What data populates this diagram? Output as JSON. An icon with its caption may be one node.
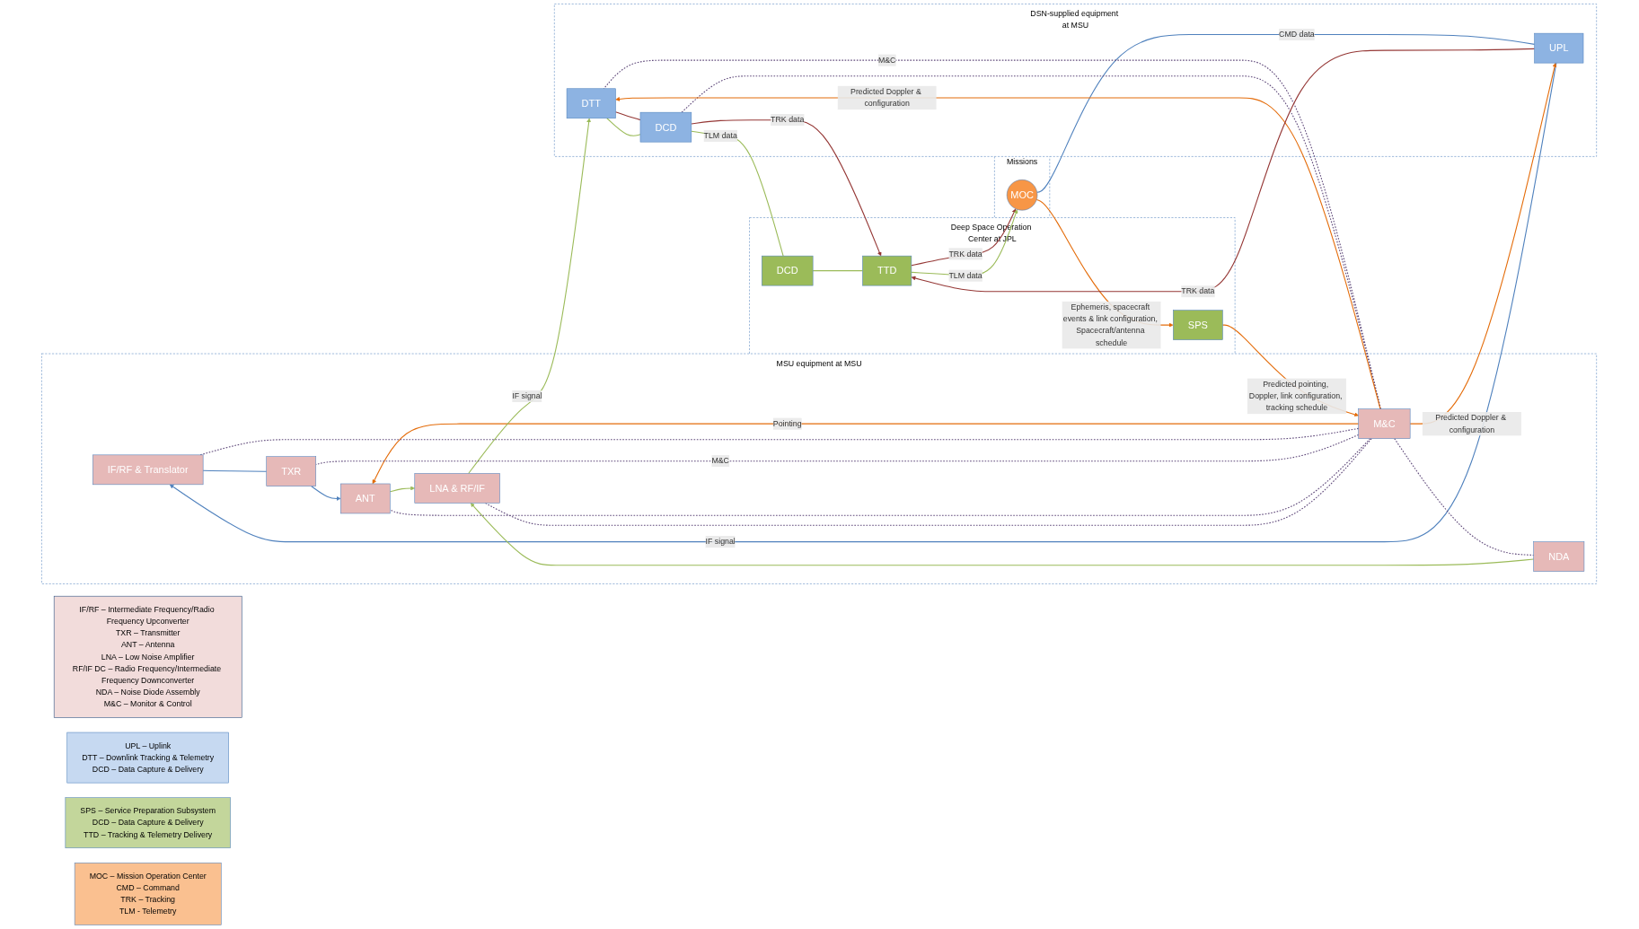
{
  "diagram": {
    "nodes": [
      {
        "text": [
          "IF/RF – Intermediate Frequency/Radio Frequency Upconverter",
          "TXR – Transmitter",
          "ANT – Antenna",
          "LNA – Low Noise Amplifier",
          "RF/IF DC – Radio Frequency/Intermediate Frequency Downconverter",
          "NDA – Noise Diode Assembly",
          "M&C – Monitor & Control"
        ]
      },
      {
        "text": [
          "UPL – Uplink",
          "DTT – Downlink Tracking & Telemetry",
          "DCD – Data Capture & Delivery"
        ]
      },
      {
        "text": [
          "SPS – Service Preparation Subsystem",
          "DCD – Data Capture & Delivery",
          "TTD – Tracking  & Telemetry Delivery"
        ]
      },
      {
        "text": [
          "MOC – Mission Operation Center",
          "CMD – Command",
          "TRK – Tracking",
          "TLM - Telemetry"
        ]
      },
      {
        "text": [
          "MSU equipment at MSU"
        ]
      },
      {
        "text": [
          "IF/RF & Translator"
        ],
        "in": 4
      },
      {
        "text": [
          "TXR"
        ],
        "in": 4
      },
      {
        "text": [
          "M&C"
        ],
        "in": 4
      },
      {
        "text": [
          "ANT"
        ],
        "in": 4
      },
      {
        "text": [
          "LNA & RF/IF"
        ],
        "in": 4
      },
      {
        "text": [
          "NDA"
        ],
        "in": 4
      },
      {
        "text": [
          "DSN-supplied equipment at MSU"
        ]
      },
      {
        "text": [
          "UPL"
        ],
        "in": 11
      },
      {
        "text": [
          "DTT"
        ],
        "in": 11
      },
      {
        "text": [
          "DCD"
        ],
        "in": 11
      },
      {
        "text": [
          "Deep Space Operation Center at JPL"
        ]
      },
      {
        "text": [
          "SPS"
        ],
        "in": 15
      },
      {
        "text": [
          "DCD"
        ],
        "in": 15
      },
      {
        "text": [
          "TTD"
        ],
        "in": 15
      },
      {
        "text": [
          "Missions"
        ]
      },
      {
        "text": [
          "MOC"
        ],
        "in": 19
      }
    ],
    "edges": [
      {
        "from": 12,
        "to": 5,
        "arrow": "to",
        "label": "IF signal",
        "color": "#4f81bd"
      },
      {
        "from": 20,
        "to": 12,
        "arrow": "none",
        "label": "CMD data",
        "color": "#4f81bd"
      },
      {
        "from": 5,
        "to": 6,
        "arrow": "none",
        "color": "#4f81bd"
      },
      {
        "from": 6,
        "to": 8,
        "arrow": "to",
        "color": "#4f81bd"
      },
      {
        "from": 7,
        "to": 8,
        "arrow": "to",
        "label": "Pointing",
        "color": "#e46c0a"
      },
      {
        "from": 8,
        "to": 9,
        "arrow": "to",
        "color": "#9bbb59"
      },
      {
        "from": 10,
        "to": 9,
        "arrow": "to",
        "color": "#9bbb59"
      },
      {
        "from": 9,
        "to": 13,
        "arrow": "to",
        "label": "IF signal",
        "color": "#9bbb59"
      },
      {
        "from": 7,
        "to": 5,
        "arrow": "none",
        "style": "dashed",
        "color": "#604a7b"
      },
      {
        "from": 7,
        "to": 6,
        "arrow": "none",
        "label": "M&C",
        "style": "dashed",
        "color": "#604a7b"
      },
      {
        "from": 7,
        "to": 8,
        "arrow": "none",
        "style": "dashed",
        "color": "#604a7b"
      },
      {
        "from": 7,
        "to": 9,
        "arrow": "none",
        "style": "dashed",
        "color": "#604a7b"
      },
      {
        "from": 7,
        "to": 10,
        "arrow": "none",
        "style": "dashed",
        "color": "#604a7b"
      },
      {
        "from": 7,
        "to": 13,
        "arrow": "none",
        "label": "M&C",
        "style": "dashed",
        "color": "#604a7b"
      },
      {
        "from": 7,
        "to": 14,
        "arrow": "none",
        "style": "dashed",
        "color": "#604a7b"
      },
      {
        "from": 16,
        "to": 7,
        "arrow": "to",
        "label": "Predicted pointing, Doppler, link configuration, tracking schedule",
        "color": "#e46c0a"
      },
      {
        "from": 7,
        "to": 12,
        "arrow": "to",
        "label": "Predicted Doppler & configuration",
        "color": "#e46c0a"
      },
      {
        "from": 7,
        "to": 13,
        "arrow": "to",
        "label": "Predicted Doppler & configuration",
        "color": "#e46c0a"
      },
      {
        "from": 20,
        "to": 16,
        "arrow": "to",
        "label": "Ephemeris, spacecraft events & link configuration, Spacecraft/antenna schedule",
        "color": "#e46c0a"
      },
      {
        "from": 12,
        "to": 18,
        "arrow": "to",
        "label": "TRK data",
        "color": "#953735"
      },
      {
        "from": 13,
        "to": 14,
        "arrow": "none",
        "color": "#953735"
      },
      {
        "from": 13,
        "to": 14,
        "arrow": "none",
        "color": "#9bbb59"
      },
      {
        "from": 14,
        "to": 18,
        "arrow": "to",
        "label": "TRK data",
        "color": "#953735"
      },
      {
        "from": 14,
        "to": 17,
        "arrow": "none",
        "label": "TLM data",
        "color": "#9bbb59"
      },
      {
        "from": 17,
        "to": 18,
        "arrow": "none",
        "color": "#9bbb59"
      },
      {
        "from": 18,
        "to": 20,
        "arrow": "to",
        "label": "TRK data",
        "color": "#953735"
      },
      {
        "from": 18,
        "to": 20,
        "arrow": "to",
        "label": "TLM data",
        "color": "#9bbb59"
      }
    ]
  }
}
